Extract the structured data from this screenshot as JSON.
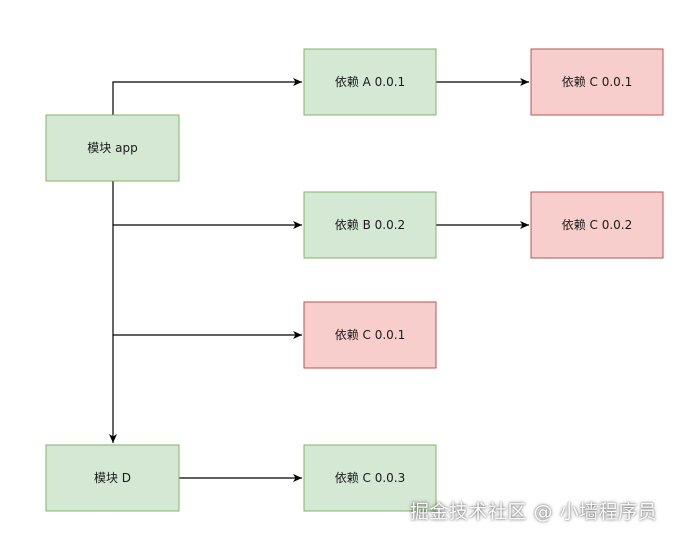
{
  "colors": {
    "ok_fill": "#d5e8d4",
    "ok_stroke": "#82b366",
    "conflict_fill": "#f8cecc",
    "conflict_stroke": "#b85450",
    "edge": "#000000"
  },
  "nodes": {
    "module_app": {
      "label": "模块 app",
      "status": "ok"
    },
    "dep_a_001": {
      "label": "依赖 A 0.0.1",
      "status": "ok"
    },
    "dep_c_001_via_a": {
      "label": "依赖 C 0.0.1",
      "status": "conflict"
    },
    "dep_b_002": {
      "label": "依赖 B 0.0.2",
      "status": "ok"
    },
    "dep_c_002_via_b": {
      "label": "依赖 C 0.0.2",
      "status": "conflict"
    },
    "dep_c_001_direct": {
      "label": "依赖 C 0.0.1",
      "status": "conflict"
    },
    "module_d": {
      "label": "模块 D",
      "status": "ok"
    },
    "dep_c_003": {
      "label": "依赖 C 0.0.3",
      "status": "ok"
    }
  },
  "edges": [
    {
      "from": "module_app",
      "to": "dep_a_001"
    },
    {
      "from": "dep_a_001",
      "to": "dep_c_001_via_a"
    },
    {
      "from": "module_app",
      "to": "dep_b_002"
    },
    {
      "from": "dep_b_002",
      "to": "dep_c_002_via_b"
    },
    {
      "from": "module_app",
      "to": "dep_c_001_direct"
    },
    {
      "from": "module_app",
      "to": "module_d"
    },
    {
      "from": "module_d",
      "to": "dep_c_003"
    }
  ],
  "watermark": "掘金技术社区 @ 小墙程序员"
}
